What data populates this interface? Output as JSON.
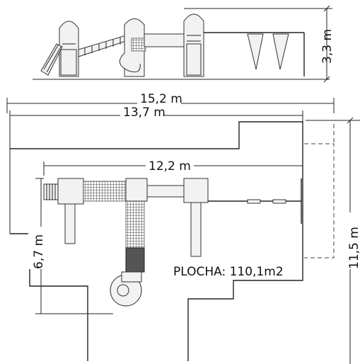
{
  "dimensions": {
    "height": "3,3 m",
    "overall_width": "15,2 m",
    "inner_width": "13,7 m",
    "equipment_length": "12,2 m",
    "equipment_depth": "6,7 m",
    "overall_depth": "11,5 m"
  },
  "area_label": "PLOCHA: 110,1m2"
}
